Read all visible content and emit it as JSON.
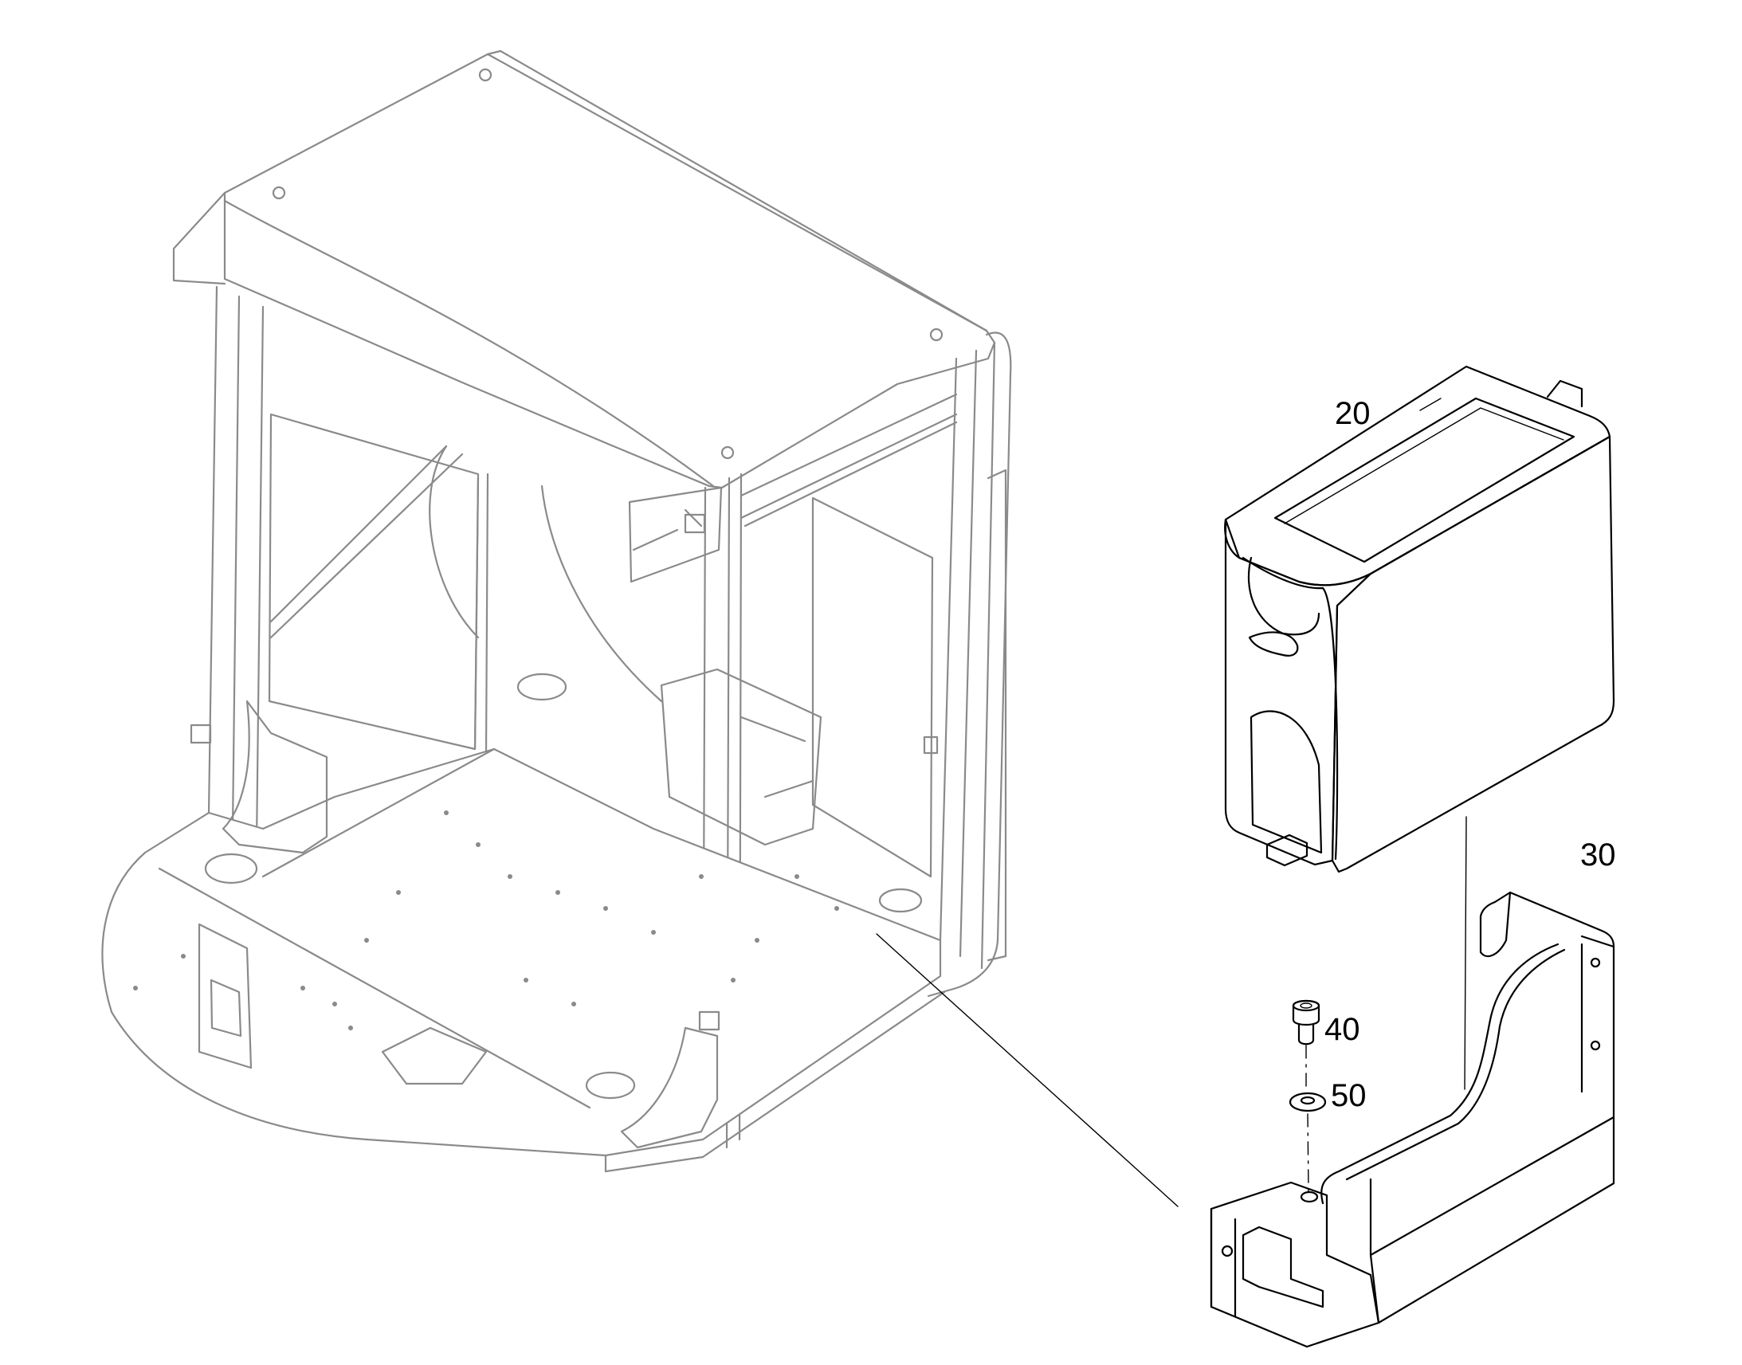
{
  "callouts": {
    "item_20": "20",
    "item_30": "30",
    "item_40": "40",
    "item_50": "50"
  },
  "colors": {
    "line": "#000000",
    "context_line": "#8a8a8a",
    "background": "#ffffff"
  }
}
